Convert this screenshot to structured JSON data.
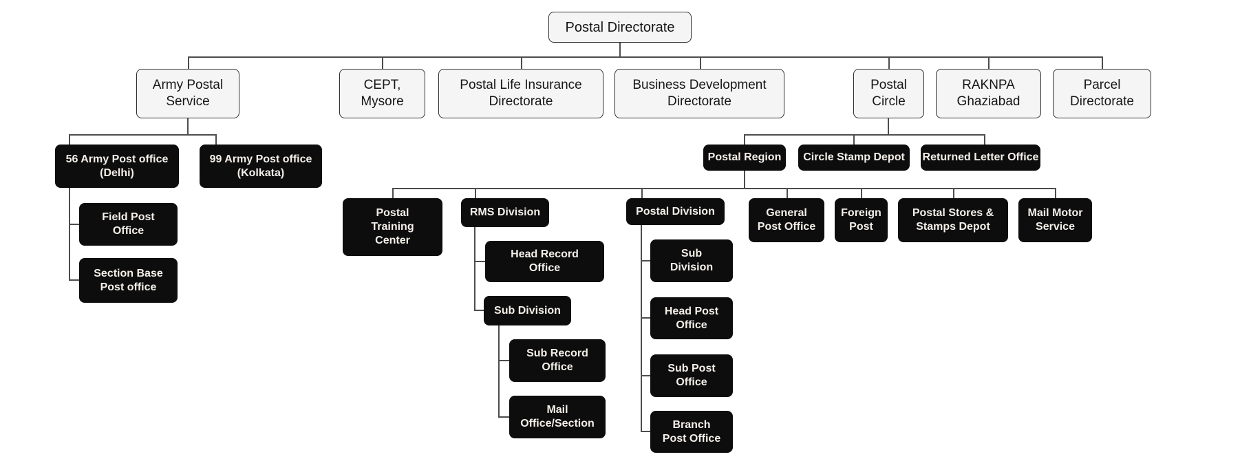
{
  "title": "Postal Directorate organisation chart",
  "colors": {
    "canvas_bg": "#ffffff",
    "light_box_bg": "#f5f5f5",
    "light_box_border": "#2e2e2e",
    "light_box_text": "#161616",
    "dark_box_bg": "#0d0d0d",
    "dark_box_text": "#f4efe9",
    "connector": "#4d4d4d"
  },
  "nodes": {
    "postal_directorate": "Postal Directorate",
    "army_postal_service": "Army Postal Service",
    "cept_mysore": "CEPT, Mysore",
    "postal_life_insurance_directorate": "Postal Life Insurance Directorate",
    "business_development_directorate": "Business Development Directorate",
    "postal_circle": "Postal Circle",
    "raknpa_ghaziabad": "RAKNPA Ghaziabad",
    "parcel_directorate": "Parcel Directorate",
    "apo_56": "56 Army Post office (Delhi)",
    "apo_99": "99 Army Post office (Kolkata)",
    "field_post_office": "Field Post Office",
    "section_base_post_office": "Section Base Post office",
    "postal_region": "Postal Region",
    "circle_stamp_depot": "Circle Stamp Depot",
    "returned_letter_office": "Returned Letter Office",
    "postal_training_center": "Postal Training Center",
    "rms_division": "RMS Division",
    "postal_division": "Postal Division",
    "general_post_office": "General Post Office",
    "foreign_post": "Foreign Post",
    "postal_stores_stamps_depot": "Postal Stores & Stamps Depot",
    "mail_motor_service": "Mail Motor Service",
    "head_record_office": "Head Record Office",
    "sub_division_rms": "Sub Division",
    "sub_record_office": "Sub Record Office",
    "mail_office_section": "Mail Office/Section",
    "sub_division_postal": "Sub Division",
    "head_post_office": "Head Post Office",
    "sub_post_office": "Sub Post Office",
    "branch_post_office": "Branch Post Office"
  },
  "hierarchy": {
    "label": "Postal Directorate",
    "children": [
      {
        "label": "Army Postal Service",
        "children": [
          {
            "label": "56 Army Post office (Delhi)",
            "children": [
              {
                "label": "Field Post Office"
              },
              {
                "label": "Section Base Post office"
              }
            ]
          },
          {
            "label": "99 Army Post office (Kolkata)"
          }
        ]
      },
      {
        "label": "CEPT, Mysore"
      },
      {
        "label": "Postal Life Insurance Directorate"
      },
      {
        "label": "Business Development Directorate"
      },
      {
        "label": "Postal Circle",
        "children": [
          {
            "label": "Postal Region",
            "children": [
              {
                "label": "Postal Training Center"
              },
              {
                "label": "RMS Division",
                "children": [
                  {
                    "label": "Head Record Office"
                  },
                  {
                    "label": "Sub Division",
                    "children": [
                      {
                        "label": "Sub Record Office"
                      },
                      {
                        "label": "Mail Office/Section"
                      }
                    ]
                  }
                ]
              },
              {
                "label": "Postal Division",
                "children": [
                  {
                    "label": "Sub Division"
                  },
                  {
                    "label": "Head Post Office"
                  },
                  {
                    "label": "Sub Post Office"
                  },
                  {
                    "label": "Branch Post Office"
                  }
                ]
              },
              {
                "label": "General Post Office"
              },
              {
                "label": "Foreign Post"
              },
              {
                "label": "Postal Stores & Stamps Depot"
              },
              {
                "label": "Mail Motor Service"
              }
            ]
          },
          {
            "label": "Circle Stamp Depot"
          },
          {
            "label": "Returned Letter Office"
          }
        ]
      },
      {
        "label": "RAKNPA Ghaziabad"
      },
      {
        "label": "Parcel Directorate"
      }
    ]
  }
}
